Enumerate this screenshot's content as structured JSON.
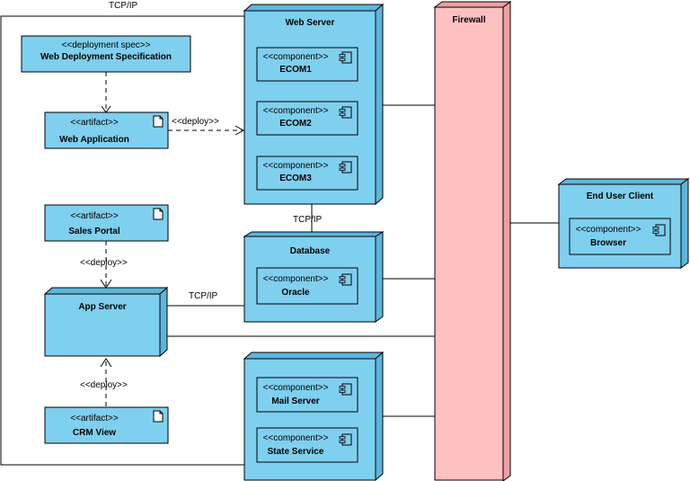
{
  "colors": {
    "node_fill": "#7fcfee",
    "node_side": "#5cb6dc",
    "firewall_fill": "#ffc0c2",
    "firewall_side": "#f09ea3",
    "stroke": "#000000"
  },
  "connector_labels": {
    "top_tcpip": "TCP/IP",
    "web_db_tcpip": "TCP/IP",
    "app_db_tcpip": "TCP/IP",
    "deploy_web": "<<deploy>>",
    "deploy_sales": "<<deploy>>",
    "deploy_crm": "<<deploy>>"
  },
  "deployment_spec": {
    "stereotype": "<<deployment spec>>",
    "name": "Web Deployment Specification"
  },
  "artifacts": {
    "web_application": {
      "stereotype": "<<artifact>>",
      "name": "Web Application",
      "icon": "document-icon"
    },
    "sales_portal": {
      "stereotype": "<<artifact>>",
      "name": "Sales Portal",
      "icon": "document-icon"
    },
    "crm_view": {
      "stereotype": "<<artifact>>",
      "name": "CRM View",
      "icon": "document-icon"
    }
  },
  "nodes": {
    "web_server": {
      "name": "Web Server"
    },
    "database": {
      "name": "Database"
    },
    "app_server": {
      "name": "App Server"
    },
    "mail_node": {
      "name": ""
    },
    "firewall": {
      "name": "Firewall"
    },
    "end_user_client": {
      "name": "End User Client"
    }
  },
  "components": {
    "ecom1": {
      "stereotype": "<<component>>",
      "name": "ECOM1"
    },
    "ecom2": {
      "stereotype": "<<component>>",
      "name": "ECOM2"
    },
    "ecom3": {
      "stereotype": "<<component>>",
      "name": "ECOM3"
    },
    "oracle": {
      "stereotype": "<<component>>",
      "name": "Oracle"
    },
    "mail_server": {
      "stereotype": "<<component>>",
      "name": "Mail Server"
    },
    "state_service": {
      "stereotype": "<<component>>",
      "name": "State Service"
    },
    "browser": {
      "stereotype": "<<component>>",
      "name": "Browser"
    }
  }
}
